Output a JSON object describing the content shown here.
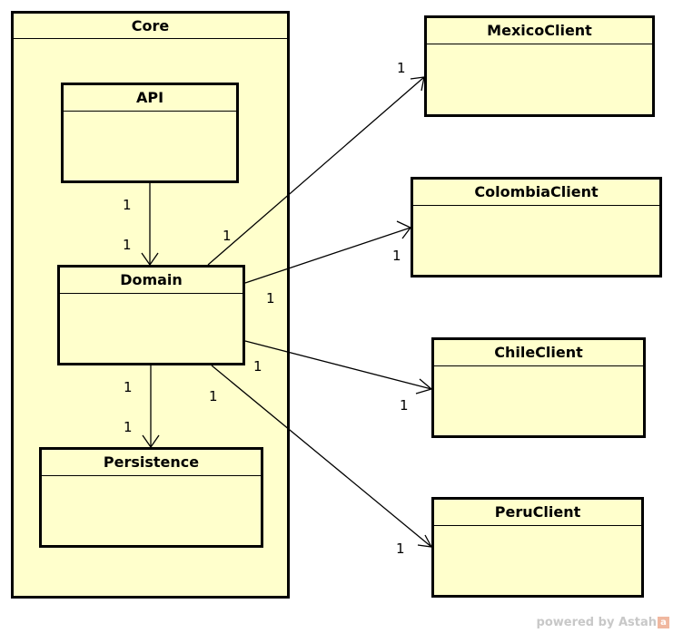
{
  "diagram": {
    "package": {
      "name": "Core"
    },
    "classes": {
      "api": "API",
      "domain": "Domain",
      "persistence": "Persistence",
      "mexico": "MexicoClient",
      "colombia": "ColombiaClient",
      "chile": "ChileClient",
      "peru": "PeruClient"
    },
    "multiplicities": {
      "api_domain_src": "1",
      "api_domain_dst": "1",
      "domain_persistence_src": "1",
      "domain_persistence_dst": "1",
      "domain_mexico_src": "1",
      "domain_mexico_dst": "1",
      "domain_colombia_src": "1",
      "domain_colombia_dst": "1",
      "domain_chile_src": "1",
      "domain_chile_dst": "1",
      "domain_peru_src": "1",
      "domain_peru_dst": "1"
    },
    "colors": {
      "fill": "#ffffcc",
      "stroke": "#000000"
    }
  },
  "watermark": {
    "text": "powered by Astah",
    "logo": "a"
  }
}
